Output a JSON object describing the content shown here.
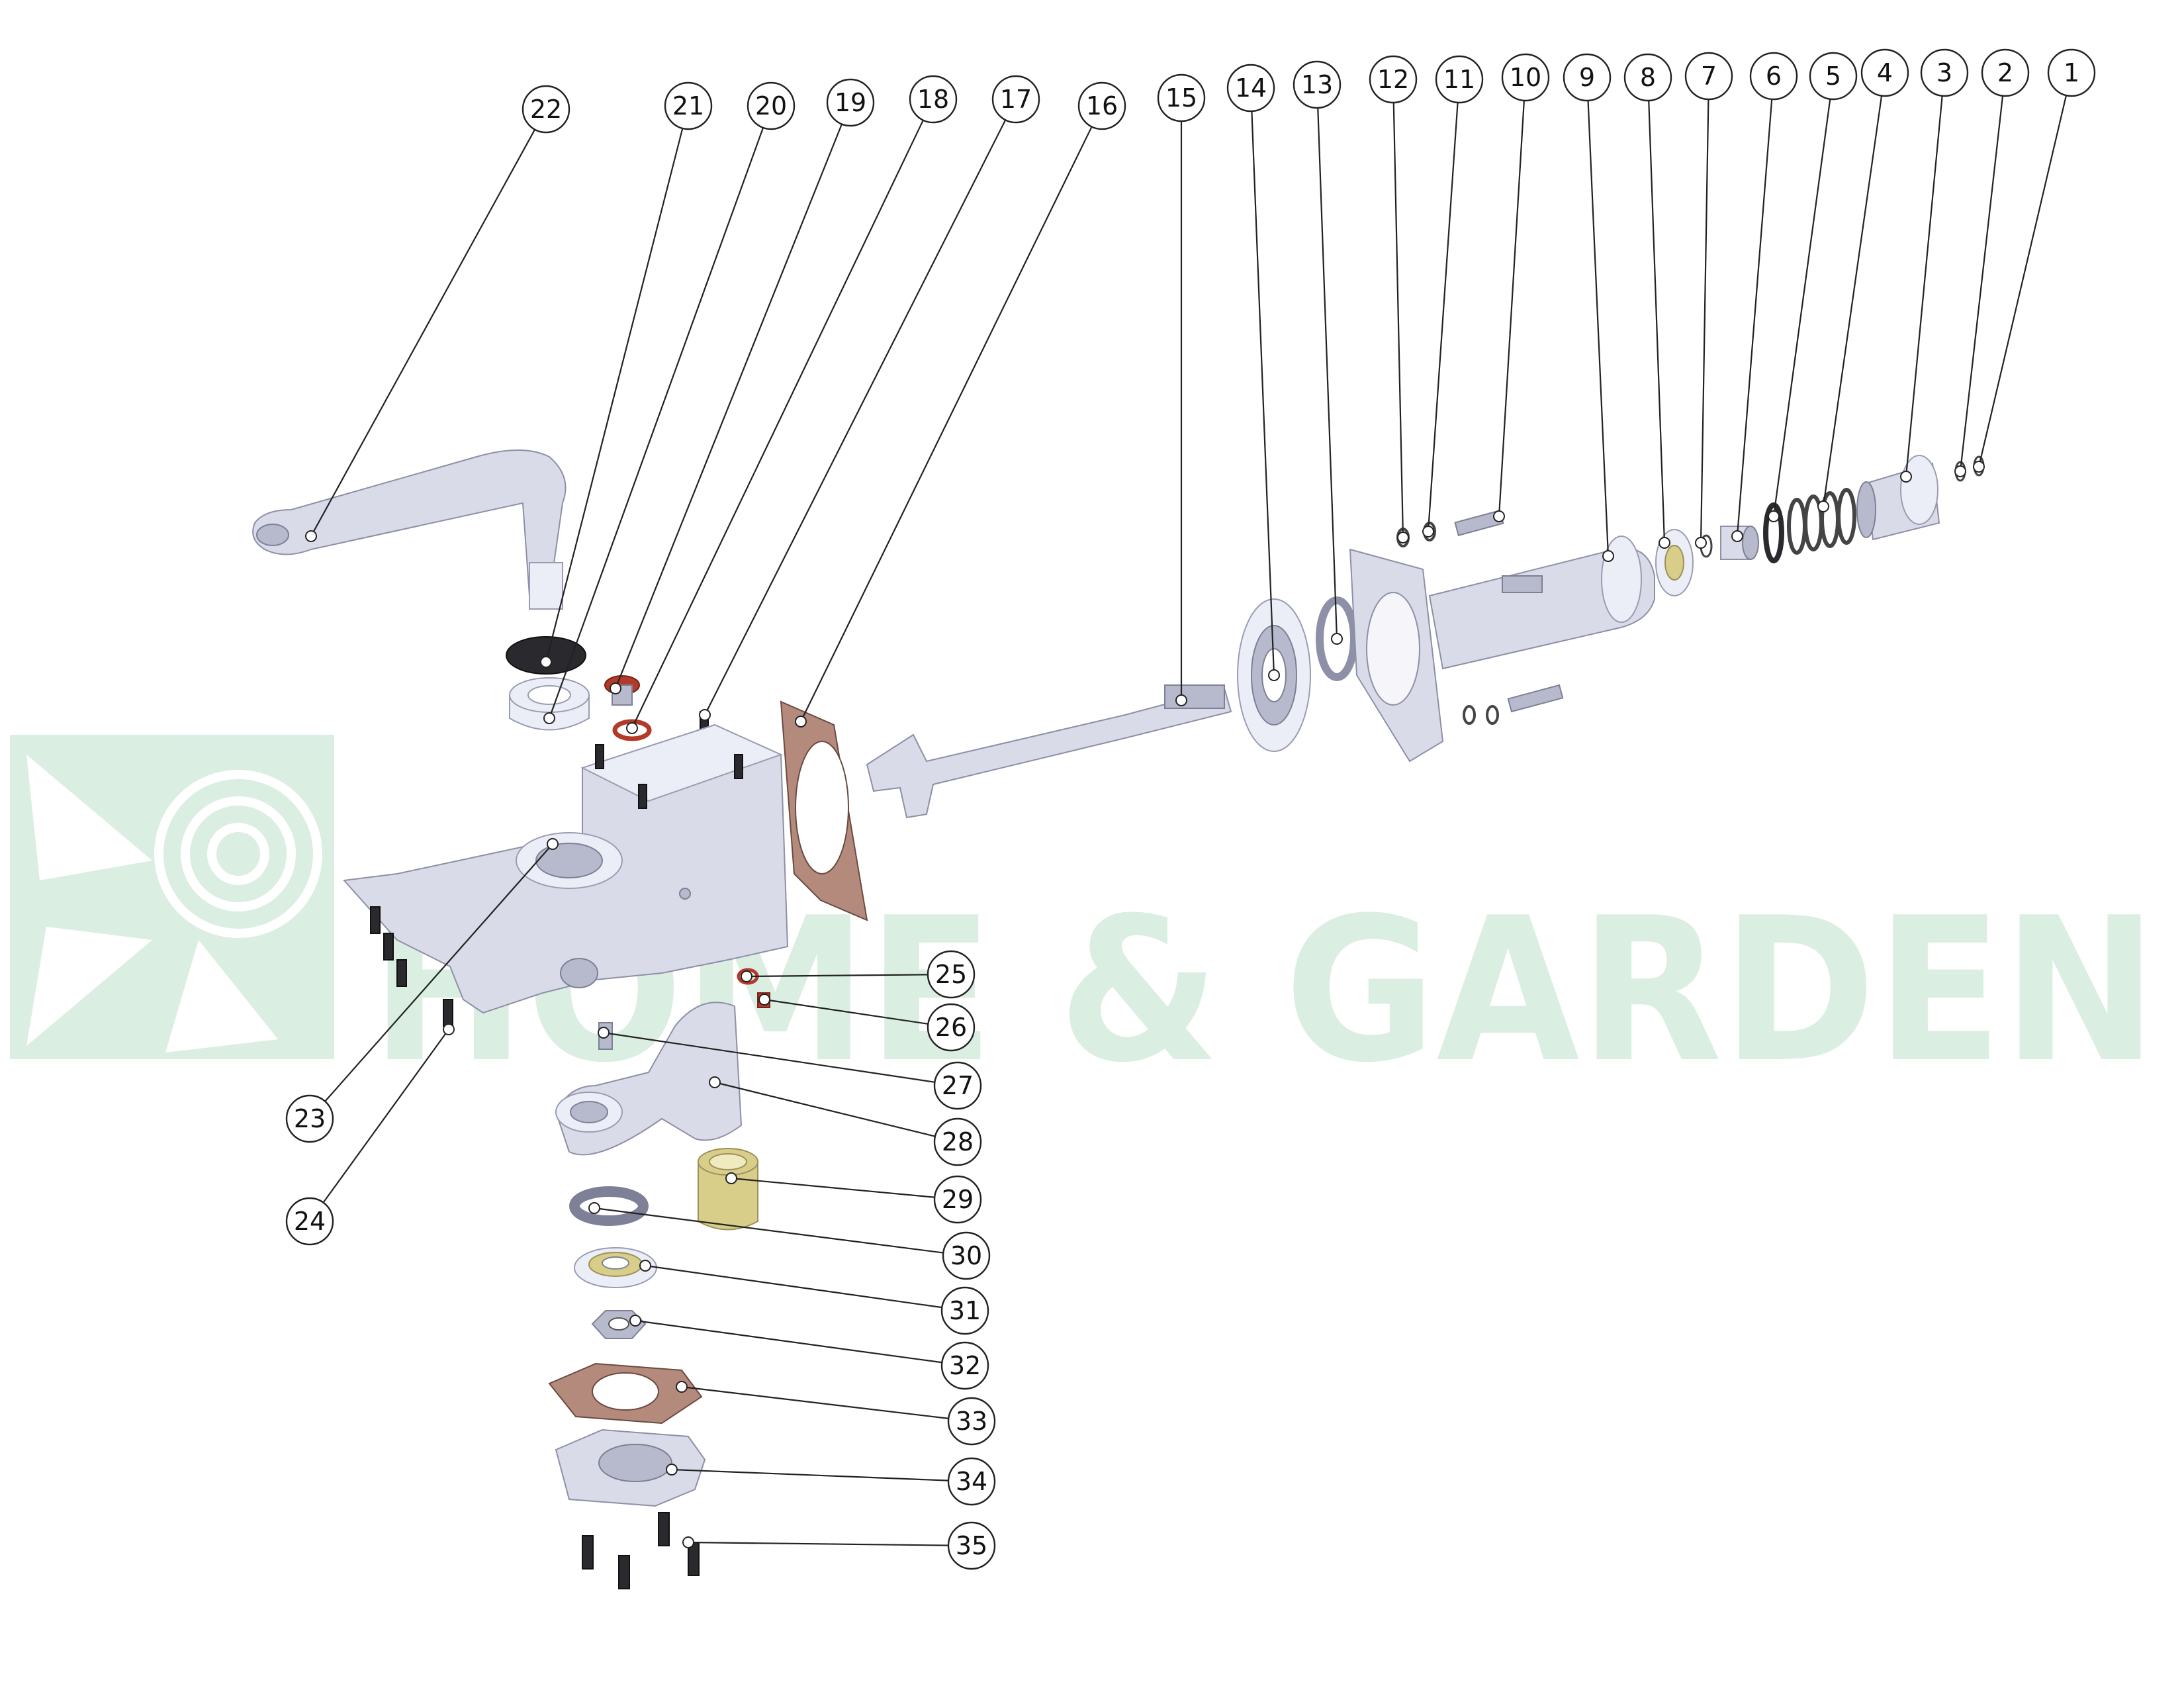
{
  "watermark": {
    "text": "HOME & GARDEN",
    "color": "#7fc39a"
  },
  "callouts": [
    {
      "label": "1"
    },
    {
      "label": "2"
    },
    {
      "label": "3"
    },
    {
      "label": "4"
    },
    {
      "label": "5"
    },
    {
      "label": "6"
    },
    {
      "label": "7"
    },
    {
      "label": "8"
    },
    {
      "label": "9"
    },
    {
      "label": "10"
    },
    {
      "label": "11"
    },
    {
      "label": "12"
    },
    {
      "label": "13"
    },
    {
      "label": "14"
    },
    {
      "label": "15"
    },
    {
      "label": "16"
    },
    {
      "label": "17"
    },
    {
      "label": "18"
    },
    {
      "label": "19"
    },
    {
      "label": "20"
    },
    {
      "label": "21"
    },
    {
      "label": "22"
    },
    {
      "label": "23"
    },
    {
      "label": "24"
    },
    {
      "label": "25"
    },
    {
      "label": "26"
    },
    {
      "label": "27"
    },
    {
      "label": "28"
    },
    {
      "label": "29"
    },
    {
      "label": "30"
    },
    {
      "label": "31"
    },
    {
      "label": "32"
    },
    {
      "label": "33"
    },
    {
      "label": "34"
    },
    {
      "label": "35"
    }
  ],
  "colors": {
    "part": "#d9dbe9",
    "gasket": "#b48a7c",
    "bushing": "#d8ce8a",
    "seal": "#2a2a2e",
    "washer_red": "#b33a2a"
  }
}
